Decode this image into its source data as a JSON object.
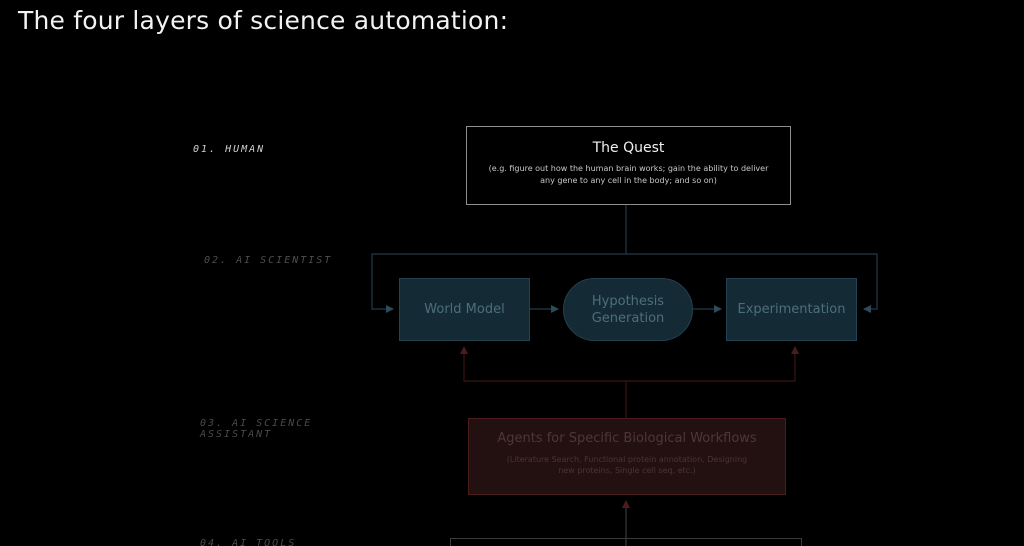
{
  "title": "The four layers of science automation:",
  "layers": {
    "l1": "01. HUMAN",
    "l2": "02. AI SCIENTIST",
    "l3": "03. AI SCIENCE ASSISTANT",
    "l4": "04. AI TOOLS"
  },
  "quest": {
    "title": "The Quest",
    "description": "(e.g. figure out how the human brain works; gain the ability to deliver any gene to any cell in the body; and so on)"
  },
  "ai_scientist": {
    "world_model": "World Model",
    "hypothesis": "Hypothesis Generation",
    "experimentation": "Experimentation"
  },
  "assistant": {
    "title": "Agents for Specific Biological Workflows",
    "description": "(Literature Search, Functional protein annotation, Designing new proteins, Single cell seq, etc.)"
  },
  "colors": {
    "background": "#000000",
    "ai_scientist_fill": "#142a34",
    "ai_scientist_connector": "#223a48",
    "assistant_fill": "#231010",
    "assistant_connector": "#3a1614"
  }
}
